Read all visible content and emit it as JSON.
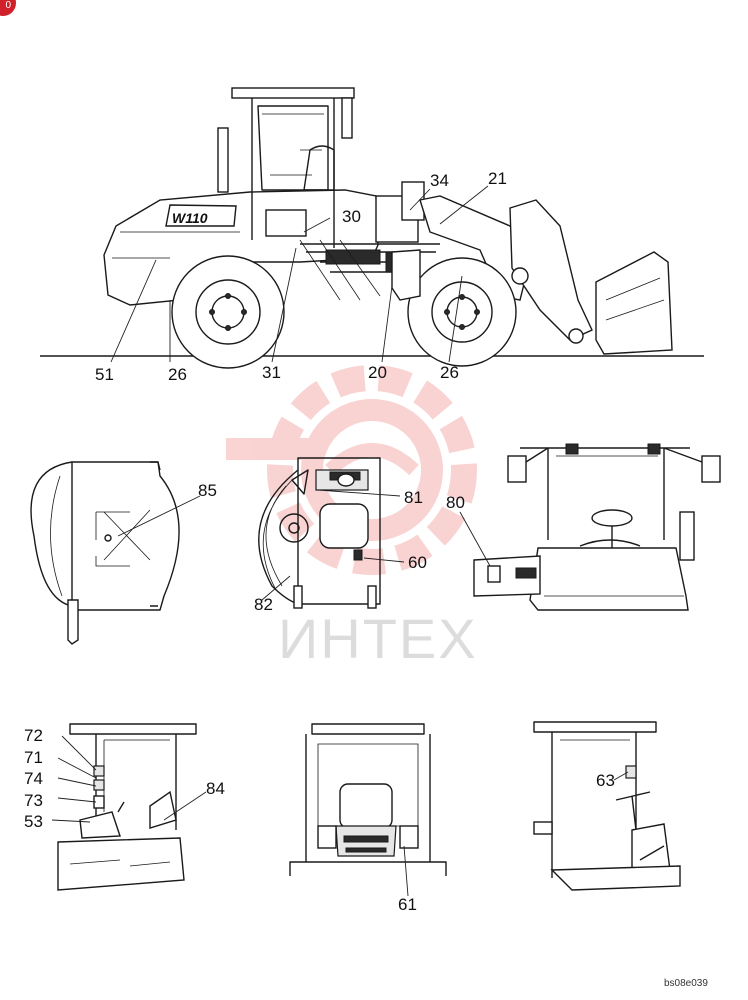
{
  "corner_badge": "0",
  "watermark": {
    "text": "ИНТЕХ"
  },
  "figure_code": "bs08e039",
  "model_mark": "W110",
  "callouts": {
    "c51": "51",
    "c26a": "26",
    "c31": "31",
    "c20": "20",
    "c26b": "26",
    "c30": "30",
    "c34": "34",
    "c21": "21",
    "c85": "85",
    "c81": "81",
    "c60": "60",
    "c82": "82",
    "c80": "80",
    "c72": "72",
    "c71": "71",
    "c74": "74",
    "c73": "73",
    "c53": "53",
    "c84": "84",
    "c61": "61",
    "c63": "63"
  }
}
